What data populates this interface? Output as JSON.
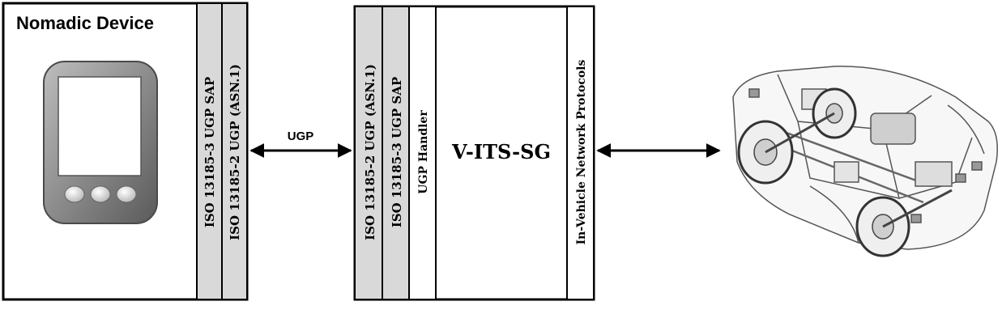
{
  "nomadic_device": {
    "title": "Nomadic Device",
    "layers": [
      "ISO 13185-3 UGP SAP",
      "ISO 13185-2 UGP (ASN.1)"
    ]
  },
  "link": {
    "label": "UGP"
  },
  "gateway": {
    "title": "V-ITS-SG",
    "layers": [
      "ISO 13185-2 UGP (ASN.1)",
      "ISO 13185-3 UGP SAP",
      "UGP Handler"
    ],
    "right_layer": "In-Vehicle Network Protocols"
  },
  "colors": {
    "stroke": "#000000",
    "layer_fill": "#d9d9d9",
    "device_body": "#8a8a8a",
    "device_screen": "#ffffff"
  }
}
